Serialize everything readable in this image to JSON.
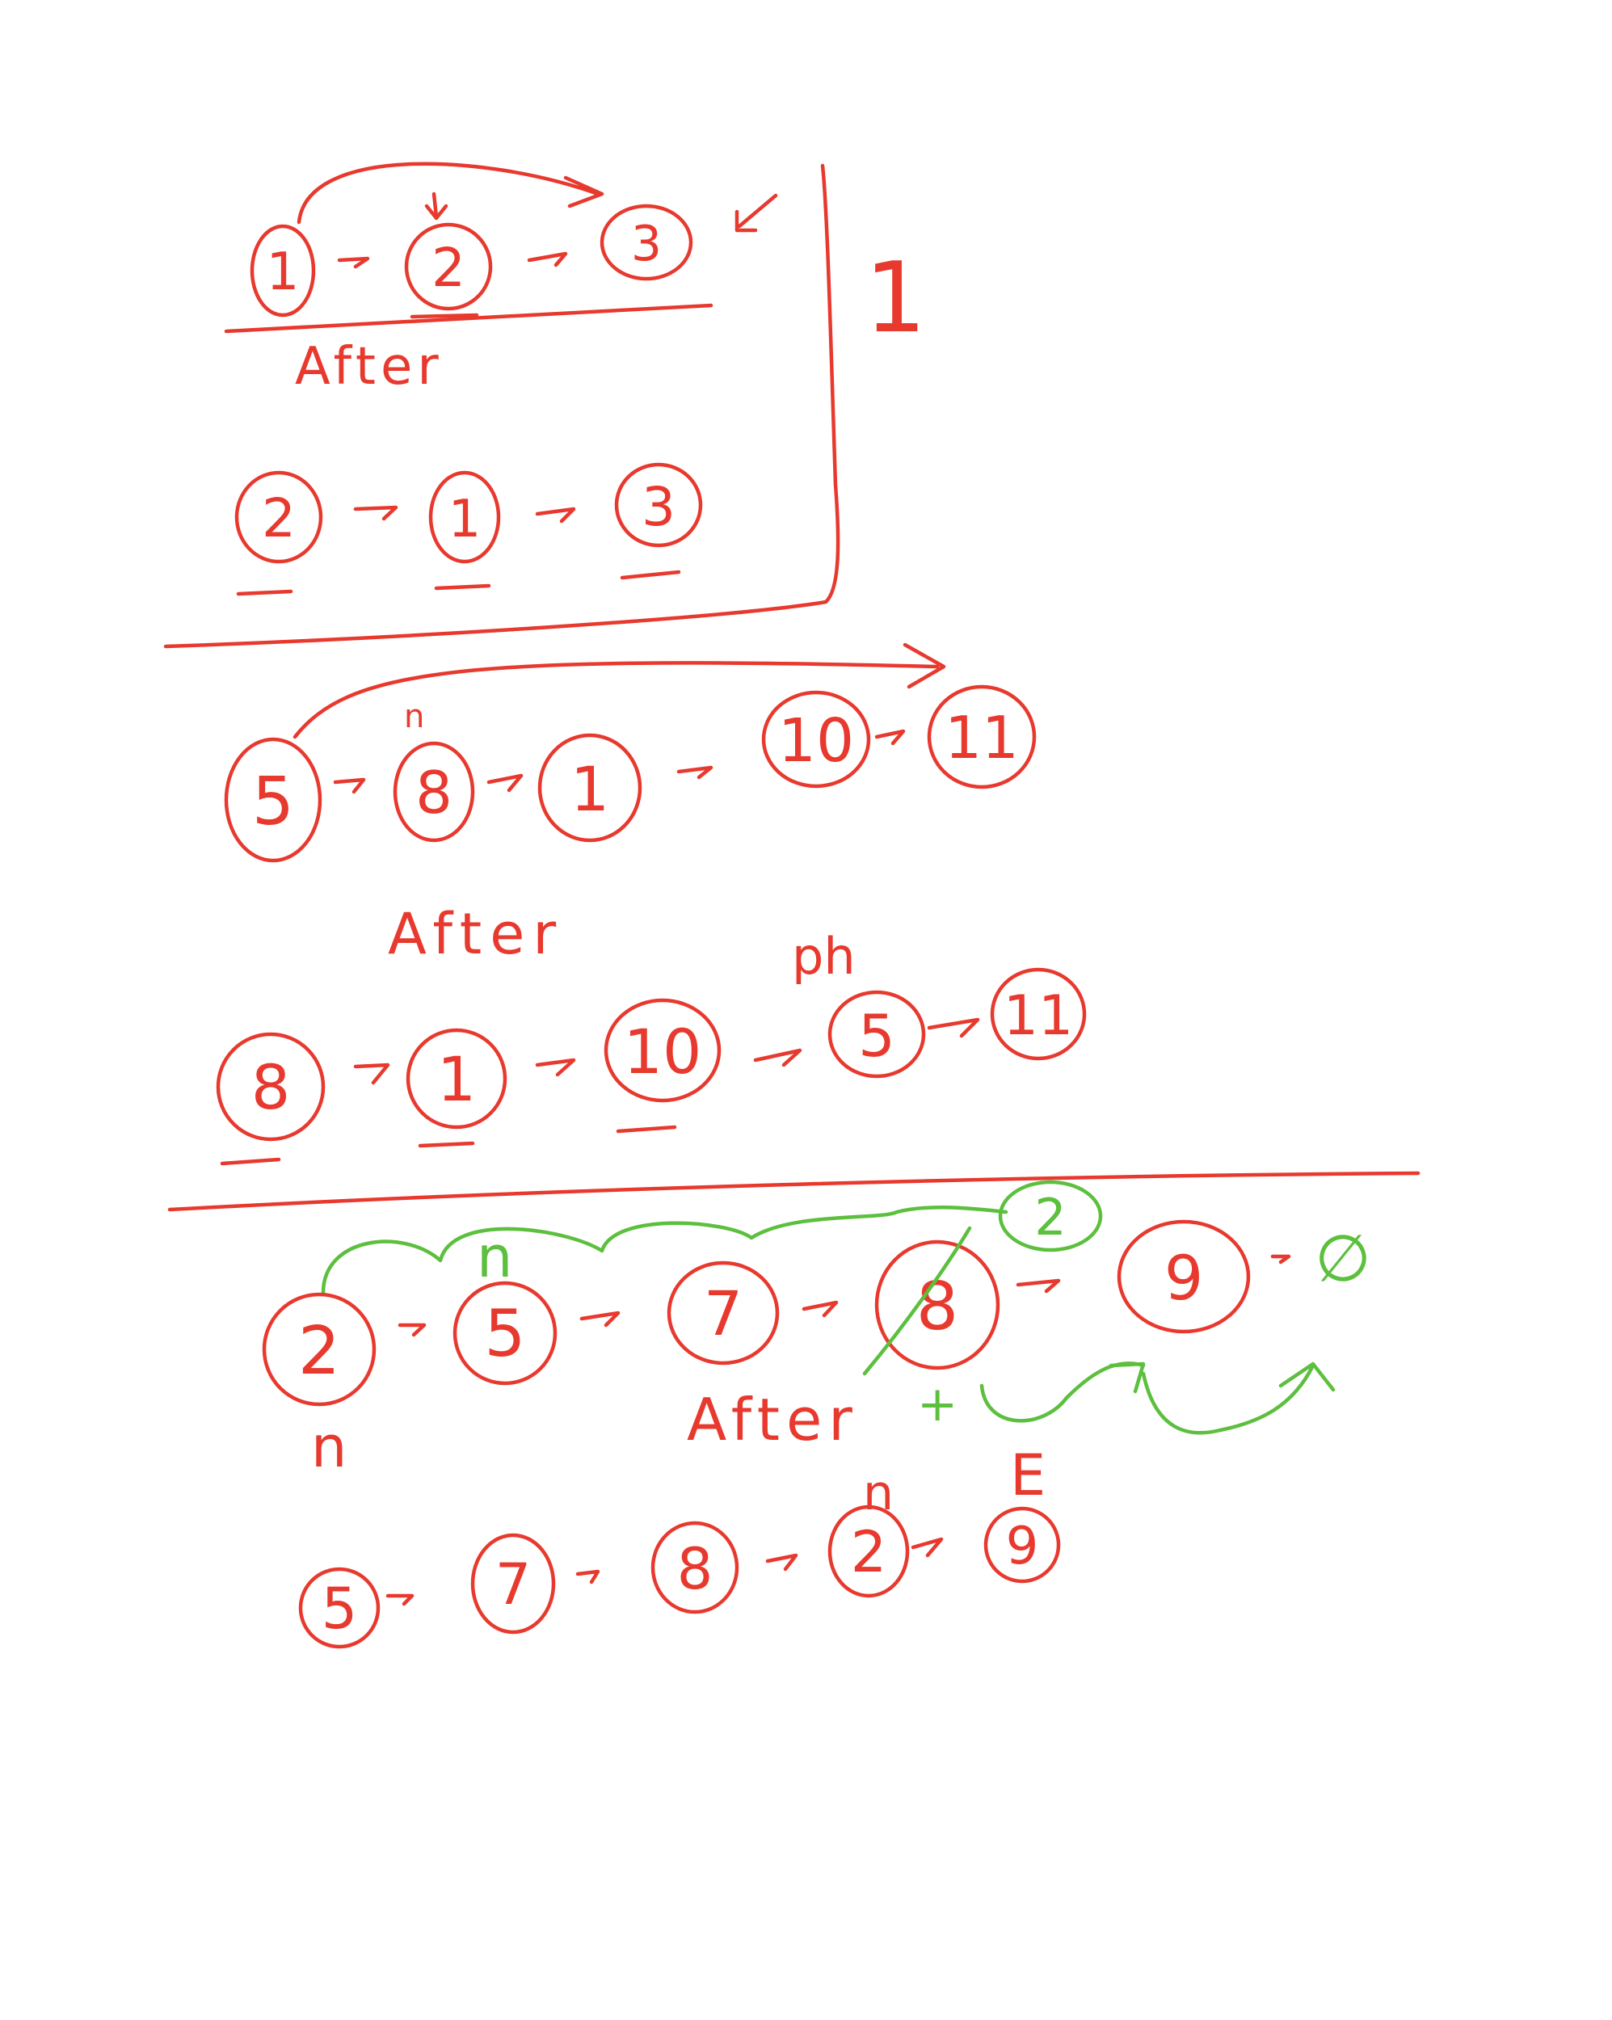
{
  "colors": {
    "ink": "#e8392e",
    "green_ink": "#5cbf3d",
    "background": "#ffffff"
  },
  "section1": {
    "before_nodes": [
      "1",
      "2",
      "3"
    ],
    "after_label": "After",
    "after_nodes": [
      "2",
      "1",
      "3"
    ],
    "box_label": "1"
  },
  "section2": {
    "before_nodes": [
      "5",
      "8",
      "1",
      "10",
      "11"
    ],
    "pointer_label": "n",
    "after_label": "After",
    "after_nodes": [
      "8",
      "1",
      "10",
      "5",
      "11"
    ],
    "after_pointer_label": "ph"
  },
  "section3": {
    "before_nodes": [
      "2",
      "5",
      "7",
      "8",
      "9"
    ],
    "null_symbol": "∅",
    "pointer_label_top": "n",
    "pointer_label_bottom": "n",
    "inserted_node": "2",
    "plus_label": "+",
    "after_label": "After",
    "after_nodes": [
      "5",
      "7",
      "8",
      "2",
      "9"
    ],
    "after_pointer_label": "n",
    "end_label": "E"
  }
}
